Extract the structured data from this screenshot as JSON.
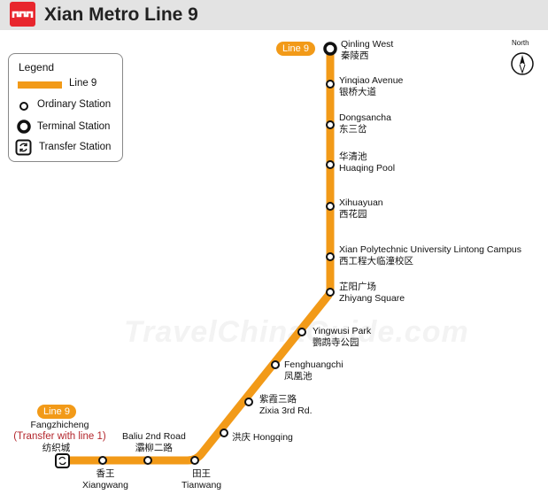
{
  "header": {
    "title": "Xian Metro Line 9",
    "logo_icon": "metro-logo-icon",
    "brand_color": "#e8262d"
  },
  "legend": {
    "title": "Legend",
    "items": [
      {
        "label": "Line 9",
        "icon": "line-swatch"
      },
      {
        "label": "Ordinary Station",
        "icon": "ordinary-station-icon"
      },
      {
        "label": "Terminal Station",
        "icon": "terminal-station-icon"
      },
      {
        "label": "Transfer Station",
        "icon": "transfer-station-icon"
      }
    ]
  },
  "compass": {
    "label": "North"
  },
  "line": {
    "name": "Line 9",
    "color": "#f29a18"
  },
  "badges": {
    "top": "Line 9",
    "bottom": "Line 9"
  },
  "watermark": "TravelChinaGuide.com",
  "stations": [
    {
      "en": "Qinling West",
      "zh": "秦陵西",
      "type": "terminal"
    },
    {
      "en": "Yinqiao Avenue",
      "zh": "银桥大道",
      "type": "ordinary"
    },
    {
      "en": "Dongsancha",
      "zh": "东三岔",
      "type": "ordinary"
    },
    {
      "en": "Huaqing Pool",
      "zh": "华清池",
      "type": "ordinary"
    },
    {
      "en": "Xihuayuan",
      "zh": "西花园",
      "type": "ordinary"
    },
    {
      "en": "Xian Polytechnic University Lintong Campus",
      "zh": "西工程大临潼校区",
      "type": "ordinary"
    },
    {
      "en": "Zhiyang Square",
      "zh": "芷阳广场",
      "type": "ordinary"
    },
    {
      "en": "Yingwusi Park",
      "zh": "鹦鹉寺公园",
      "type": "ordinary"
    },
    {
      "en": "Fenghuangchi",
      "zh": "凤凰池",
      "type": "ordinary"
    },
    {
      "en": "Zixia 3rd Rd.",
      "zh": "紫霞三路",
      "type": "ordinary"
    },
    {
      "en": "Hongqing",
      "zh": "洪庆",
      "type": "ordinary"
    },
    {
      "en": "Tianwang",
      "zh": "田王",
      "type": "ordinary"
    },
    {
      "en": "Baliu 2nd Road",
      "zh": "灞柳二路",
      "type": "ordinary"
    },
    {
      "en": "Xiangwang",
      "zh": "香王",
      "type": "ordinary"
    },
    {
      "en": "Fangzhicheng",
      "zh": "纺织城",
      "type": "transfer",
      "note": "(Transfer with line 1)"
    }
  ]
}
